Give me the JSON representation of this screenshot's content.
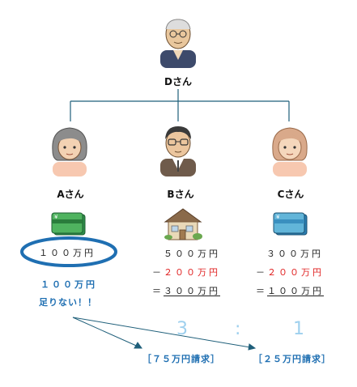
{
  "people": {
    "d": {
      "name": "Dさん"
    },
    "a": {
      "name": "Aさん",
      "asset": "１００万円",
      "note1": "１００万円",
      "note2": "足りない！！"
    },
    "b": {
      "name": "Bさん",
      "line1": "５００万円",
      "line2_op": "－",
      "line2": "２００万円",
      "line3_op": "＝",
      "line3": "３００万円"
    },
    "c": {
      "name": "Cさん",
      "line1": "３００万円",
      "line2_op": "－",
      "line2": "２００万円",
      "line3_op": "＝",
      "line3": "１００万円"
    }
  },
  "ratio": {
    "left": "3",
    "sep": ":",
    "right": "1"
  },
  "claims": {
    "left": "［７５万円請求］",
    "right": "［２５万円請求］"
  },
  "colors": {
    "line": "#1f5f7a",
    "accent_blue": "#1f6fb2",
    "red": "#e02020",
    "ratio": "#9ed0ee"
  }
}
